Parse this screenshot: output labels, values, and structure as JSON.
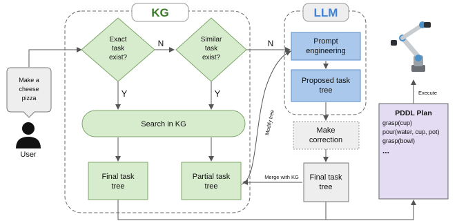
{
  "kg_label": "KG",
  "llm_label": "LLM",
  "user": {
    "bubble_lines": [
      "Make a",
      "cheese",
      "pizza"
    ],
    "label": "User"
  },
  "kg": {
    "exact_task": [
      "Exact",
      "task",
      "exist?"
    ],
    "similar_task": [
      "Similar",
      "task",
      "exist?"
    ],
    "search": "Search in KG",
    "final_tree": [
      "Final task",
      "tree"
    ],
    "partial_tree": [
      "Partial task",
      "tree"
    ],
    "n_label_1": "N",
    "n_label_2": "N",
    "y_label_1": "Y",
    "y_label_2": "Y"
  },
  "llm": {
    "prompt_eng": [
      "Prompt",
      "engineering"
    ],
    "proposed_tree": [
      "Proposed task",
      "tree"
    ]
  },
  "make_correction": [
    "Make",
    "correction"
  ],
  "final_tree_right": [
    "Final task",
    "tree"
  ],
  "edge_labels": {
    "modify_tree": "Modify tree",
    "merge_with_kg": "Merge with KG",
    "execute": "Execute"
  },
  "pddl": {
    "title": "PDDL Plan",
    "lines": [
      "grasp(cup)",
      "pour(water, cup, pot)",
      "grasp(bowl)",
      "..."
    ]
  },
  "colors": {
    "kg_text": "#3a7a2a",
    "llm_text": "#3f82d6",
    "green_fill": "#d7ebcd",
    "green_stroke": "#7ca56a",
    "blue_fill": "#a9c8ec",
    "blue_stroke": "#5b8cc6",
    "gray_fill": "#eeeeee",
    "pddl_fill": "#e3dcf2"
  }
}
